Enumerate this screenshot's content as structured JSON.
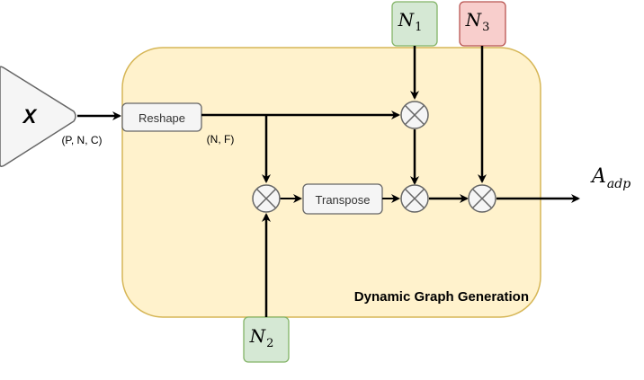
{
  "diagram": {
    "input": {
      "label": "X",
      "shape_note": "(P, N, C)"
    },
    "reshape": {
      "label": "Reshape",
      "shape_note": "(N, F)"
    },
    "transpose": {
      "label": "Transpose"
    },
    "container": {
      "title": "Dynamic Graph Generation"
    },
    "nodes": {
      "n1": {
        "base": "N",
        "sub": "1"
      },
      "n2": {
        "base": "N",
        "sub": "2"
      },
      "n3": {
        "base": "N",
        "sub": "3"
      }
    },
    "output": {
      "base": "A",
      "sub": "adp"
    },
    "colors": {
      "container_fill": "#fff2cc",
      "container_stroke": "#d6b656",
      "green_fill": "#d5e8d4",
      "green_stroke": "#82b366",
      "red_fill": "#f8cecc",
      "red_stroke": "#b85450",
      "box_fill": "#f5f5f5",
      "box_stroke": "#666666",
      "input_fill": "#f5f5f5"
    },
    "icons": {
      "multiply": "circled-times-icon",
      "arrow": "arrowhead-icon"
    }
  }
}
